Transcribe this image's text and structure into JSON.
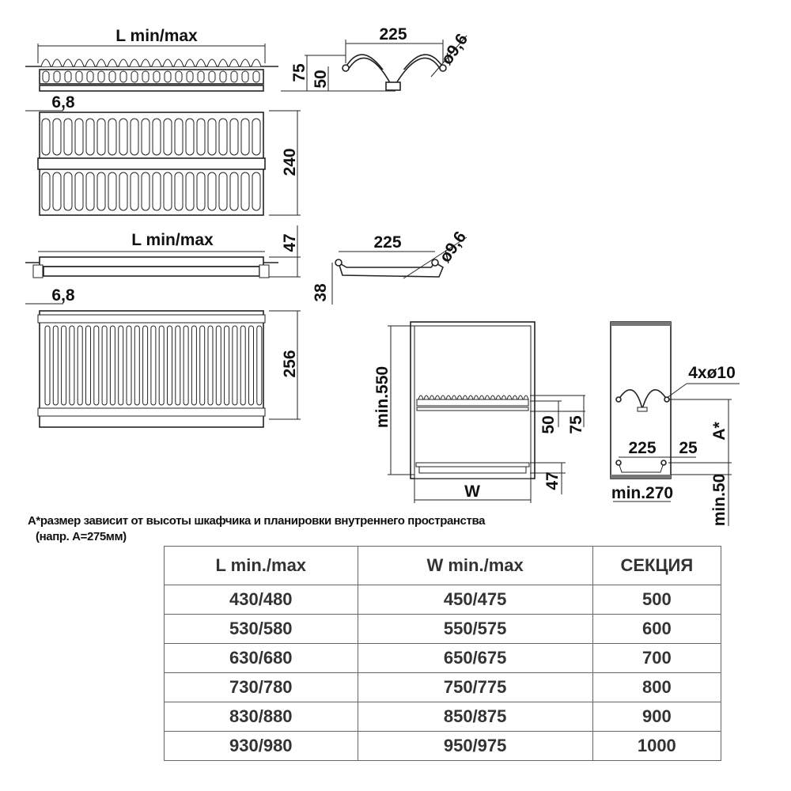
{
  "drawing": {
    "top_view_1": {
      "length_label": "L min/max",
      "height_75": "75",
      "height_50": "50"
    },
    "profile_1": {
      "width": "225",
      "diameter": "ø9,6"
    },
    "plan_view_1": {
      "offset": "6,8",
      "depth": "240"
    },
    "top_view_2": {
      "length_label": "L min/max",
      "height": "47"
    },
    "profile_2": {
      "width": "225",
      "diameter": "ø9,6",
      "height": "38"
    },
    "plan_view_2": {
      "offset": "6,8",
      "depth": "256"
    },
    "cabinet_front": {
      "min_height": "min.550",
      "width": "W",
      "rack_50": "50",
      "rack_75": "75",
      "tray_47": "47"
    },
    "cabinet_side": {
      "holes": "4xø10",
      "a_dim": "A*",
      "width": "225",
      "offset": "25",
      "min_depth": "min.270",
      "min_bottom": "min.50"
    }
  },
  "notes": {
    "line1": "A*размер зависит от высоты шкафчика и планировки внутреннего пространства",
    "line2": "(напр. A=275мм)"
  },
  "table": {
    "headers": [
      "L min./max",
      "W min./max",
      "СЕКЦИЯ"
    ],
    "rows": [
      [
        "430/480",
        "450/475",
        "500"
      ],
      [
        "530/580",
        "550/575",
        "600"
      ],
      [
        "630/680",
        "650/675",
        "700"
      ],
      [
        "730/780",
        "750/775",
        "800"
      ],
      [
        "830/880",
        "850/875",
        "900"
      ],
      [
        "930/980",
        "950/975",
        "1000"
      ]
    ]
  }
}
